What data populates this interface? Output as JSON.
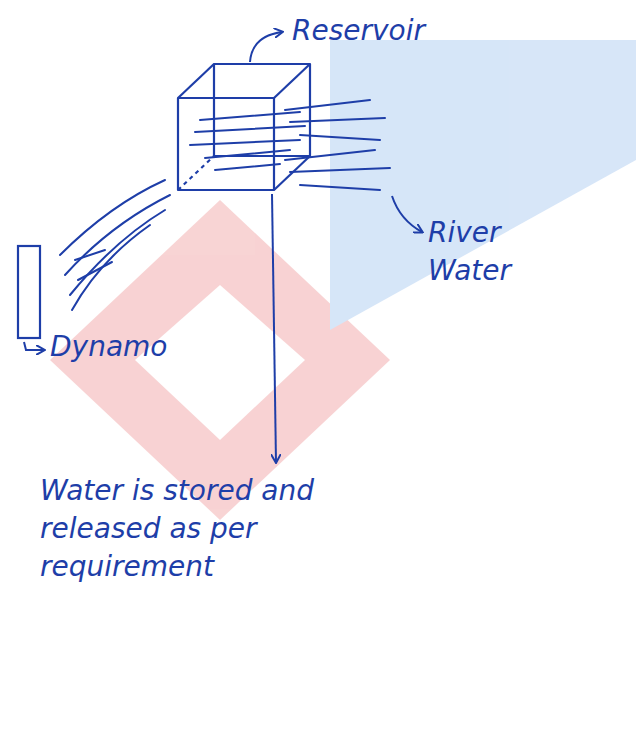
{
  "diagram": {
    "labels": [
      "Reservoir",
      "River Water",
      "Dynamo",
      "Water is stored and released as per requirement"
    ]
  }
}
